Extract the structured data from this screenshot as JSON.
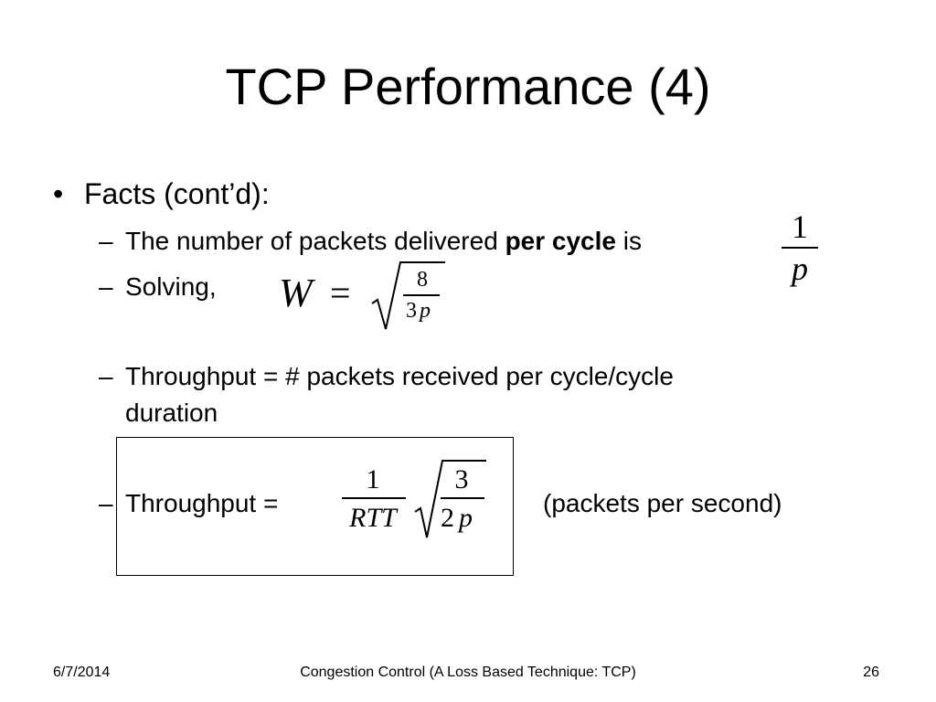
{
  "title": "TCP Performance (4)",
  "bullets": {
    "facts": "Facts (cont’d):",
    "item1_prefix": "The number of packets delivered ",
    "item1_bold": "per cycle",
    "item1_suffix": " is",
    "item2": " Solving,",
    "item3_line1": "Throughput = # packets received per cycle/cycle",
    "item3_line2": "duration",
    "item4": "Throughput =",
    "item4_note": "(packets per second)"
  },
  "math": {
    "one": "1",
    "p": "p",
    "W": "W",
    "equals": "=",
    "eight": "8",
    "three": "3",
    "RTT": "RTT",
    "one_b": "1",
    "three_b": "3",
    "two": "2",
    "p2": "p",
    "p3": "p"
  },
  "footer": {
    "date": "6/7/2014",
    "center": "Congestion Control (A Loss Based Technique: TCP)",
    "page": "26"
  }
}
